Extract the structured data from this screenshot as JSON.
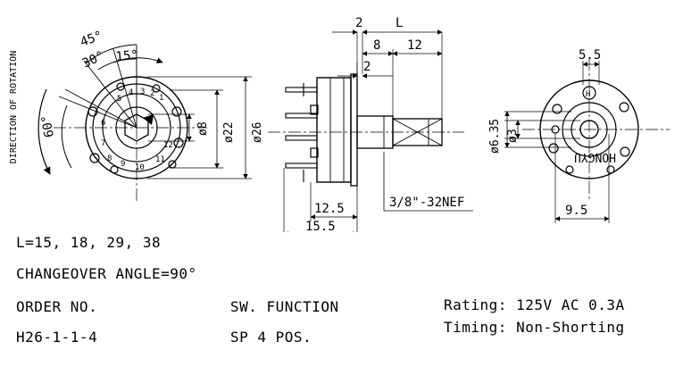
{
  "front_view": {
    "vertical_label": "DIRECTION OF ROTATION",
    "angles": [
      "45°",
      "30°",
      "15°",
      "60°"
    ],
    "positions": [
      "1",
      "2",
      "3",
      "4",
      "5",
      "6",
      "7",
      "8",
      "9",
      "10",
      "11",
      "12"
    ],
    "dia_inner": "ø8",
    "dia_mid": "ø22",
    "dia_outer": "ø26"
  },
  "side_view": {
    "dim_2_top": "2",
    "dim_L": "L",
    "dim_8": "8",
    "dim_12": "12",
    "dim_2_mid": "2",
    "dim_12_5": "12.5",
    "dim_15_5": "15.5",
    "thread": "3/8\"-32NEF"
  },
  "back_view": {
    "dim_5_5": "5.5",
    "dim_6_35": "ø6.35",
    "dim_3": "ø3",
    "dim_9_5": "9.5",
    "marking": "HONGYU",
    "marking_h": "H"
  },
  "notes": {
    "length_line": "L=15, 18, 29, 38",
    "changeover": "CHANGEOVER ANGLE=90°",
    "order_header": "ORDER NO.",
    "function_header": "SW. FUNCTION",
    "order_value": "H26-1-1-4",
    "function_value": "SP 4 POS.",
    "rating": "Rating: 125V AC 0.3A",
    "timing": "Timing: Non-Shorting"
  }
}
